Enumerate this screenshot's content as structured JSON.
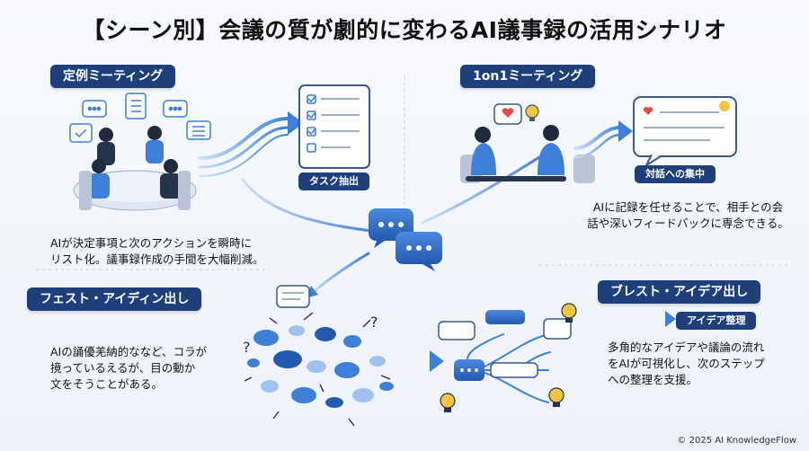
{
  "title": "【シーン別】会議の質が劇的に変わるAI議事録の活用シナリオ",
  "scenes": {
    "regular": {
      "heading": "定例ミーティング",
      "output_tag": "タスク抽出",
      "description_line1": "AIが決定事項と次のアクションを瞬時に",
      "description_line2": "リスト化。議事録作成の手間を大幅削減。"
    },
    "one_on_one": {
      "heading": "1on1ミーティング",
      "output_tag": "対話への集中",
      "description_line1": "AIに記録を任せることで、相手との会",
      "description_line2": "話や深いフィードバックに専念できる。"
    },
    "festival_idea": {
      "heading": "フェスト・アイディン出し",
      "description_line1": "AIの誦優羌納的ななど、コラが",
      "description_line2": "摬っているえるが、目の動か",
      "description_line3": "文をそうことがある。"
    },
    "brainstorm": {
      "heading": "ブレスト・アイデア出し",
      "output_tag": "アイデア整理",
      "description_line1": "多角的なアイデアや議論の流れ",
      "description_line2": "をAIが可視化し、次のステップ",
      "description_line3": "への整理を支援。"
    }
  },
  "footer": "© 2025 AI KnowledgeFlow",
  "colors": {
    "navy": "#1e3f7a",
    "accent_blue": "#3d7fd9",
    "light_blue": "#cfe0f5",
    "bulb_yellow": "#f4c542"
  }
}
